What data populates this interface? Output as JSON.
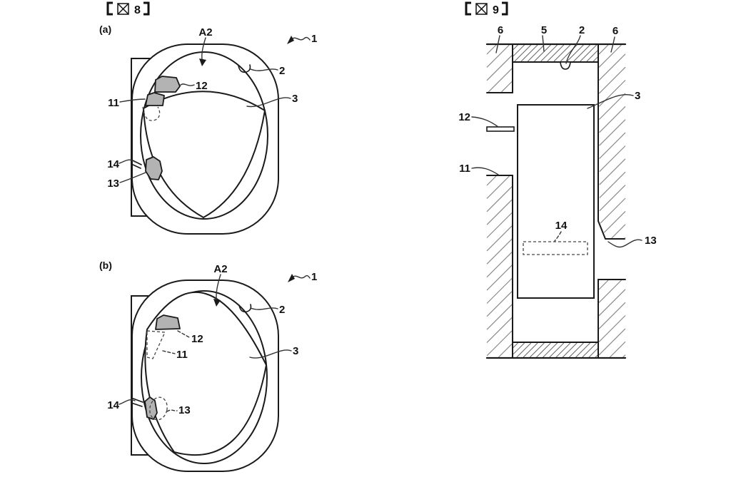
{
  "figures": {
    "fig8": {
      "title": "【図8】",
      "number": "8",
      "panels": {
        "a": {
          "tag": "(a)",
          "labels": {
            "A2": "A2",
            "n1": "1",
            "n2": "2",
            "n3": "3",
            "n11": "11",
            "n12": "12",
            "n13": "13",
            "n14": "14"
          }
        },
        "b": {
          "tag": "(b)",
          "labels": {
            "A2": "A2",
            "n1": "1",
            "n2": "2",
            "n3": "3",
            "n11": "11",
            "n12": "12",
            "n13": "13",
            "n14": "14"
          }
        }
      }
    },
    "fig9": {
      "title": "【図9】",
      "number": "9",
      "labels": {
        "n6_left": "6",
        "n5": "5",
        "n2": "2",
        "n6_right": "6",
        "n3": "3",
        "n12": "12",
        "n11": "11",
        "n14": "14",
        "n13": "13"
      }
    }
  },
  "colors": {
    "line": "#1a1a1a",
    "seal_fill": "#b3b3b3",
    "hatch_wall": "#8a8a8a",
    "hatch_bar": "#666666",
    "background": "#ffffff"
  }
}
